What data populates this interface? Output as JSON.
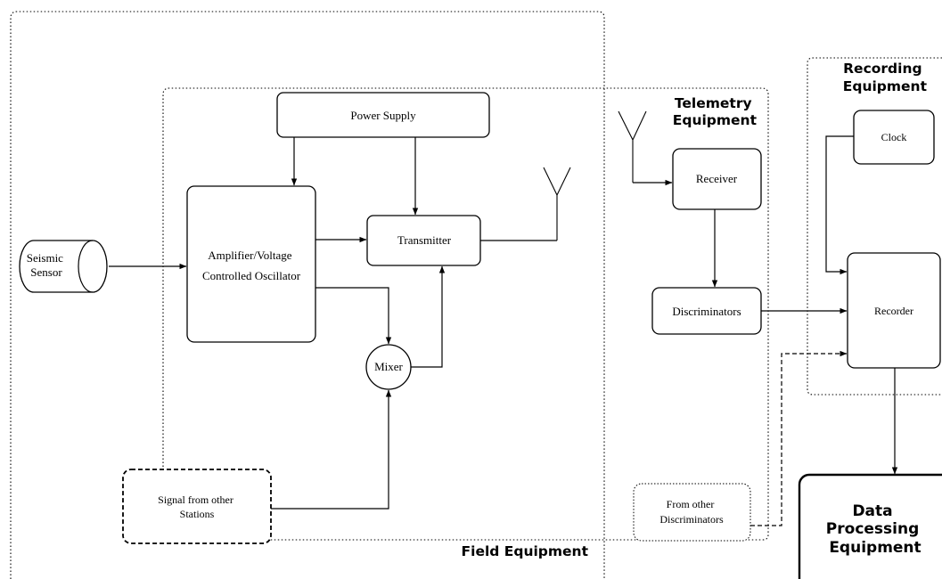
{
  "regions": {
    "field": "Field Equipment",
    "telemetry": [
      "Telemetry",
      "Equipment"
    ],
    "recording": [
      "Recording",
      "Equipment"
    ]
  },
  "nodes": {
    "seismic_sensor": [
      "Seismic",
      "Sensor"
    ],
    "power_supply": "Power Supply",
    "amplifier": [
      "Amplifier/Voltage",
      "Controlled Oscillator"
    ],
    "transmitter": "Transmitter",
    "mixer": "Mixer",
    "signal_other": [
      "Signal from other",
      "Stations"
    ],
    "receiver": "Receiver",
    "discriminators": "Discriminators",
    "from_other": [
      "From other",
      "Discriminators"
    ],
    "clock": "Clock",
    "recorder": "Recorder",
    "data_processing": [
      "Data",
      "Processing",
      "Equipment"
    ]
  }
}
